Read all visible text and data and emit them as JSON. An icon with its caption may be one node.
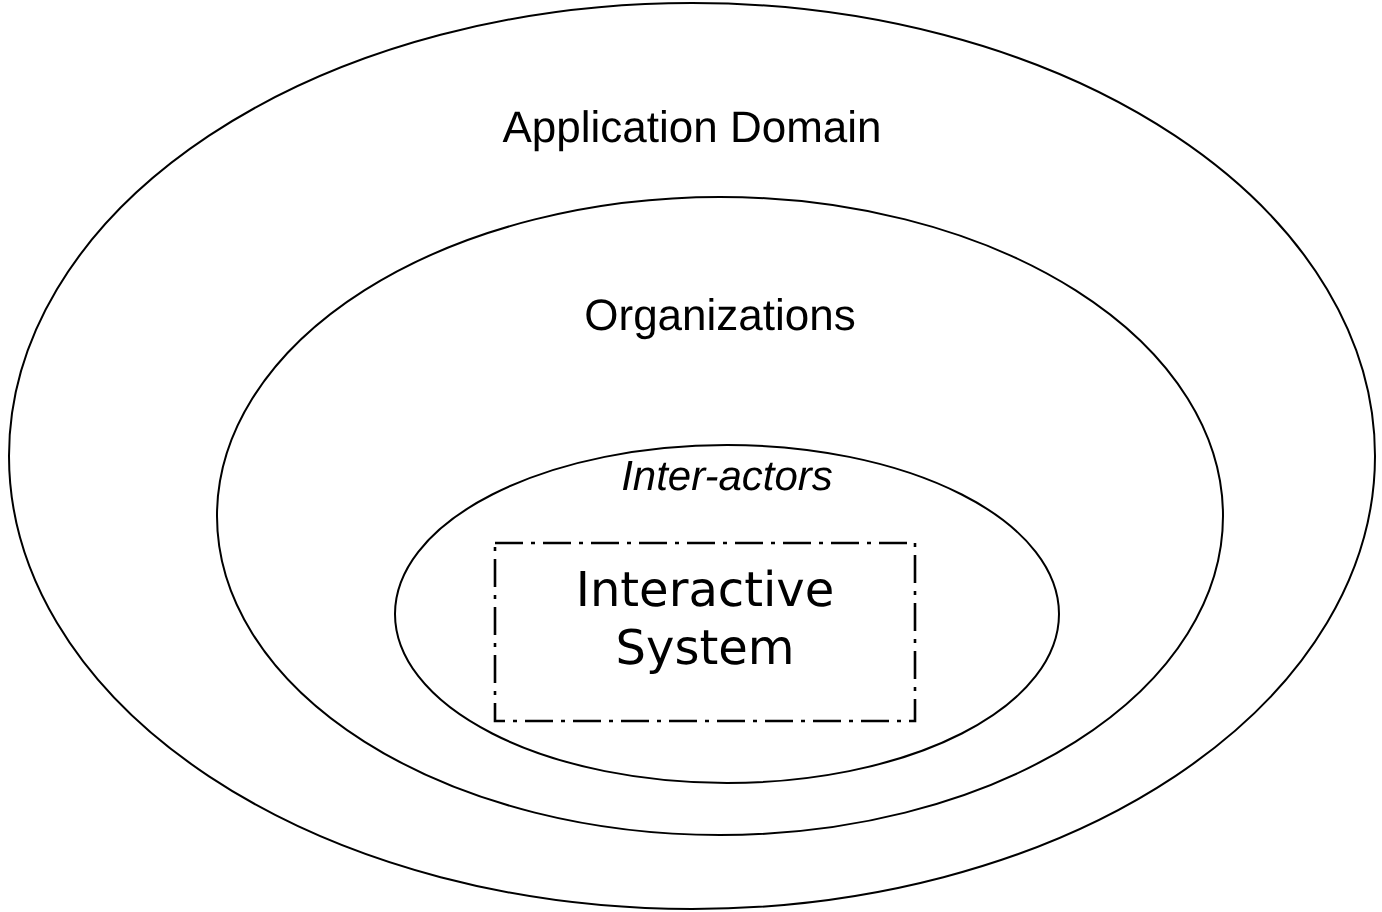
{
  "diagram": {
    "nodes": [
      {
        "text": [
          "Application Domain"
        ]
      },
      {
        "text": [
          "Organizations"
        ],
        "in": 0
      },
      {
        "text": [
          "Inter-actors"
        ],
        "in": 1
      },
      {
        "text": [
          "Interactive System"
        ],
        "in": 2
      }
    ]
  }
}
